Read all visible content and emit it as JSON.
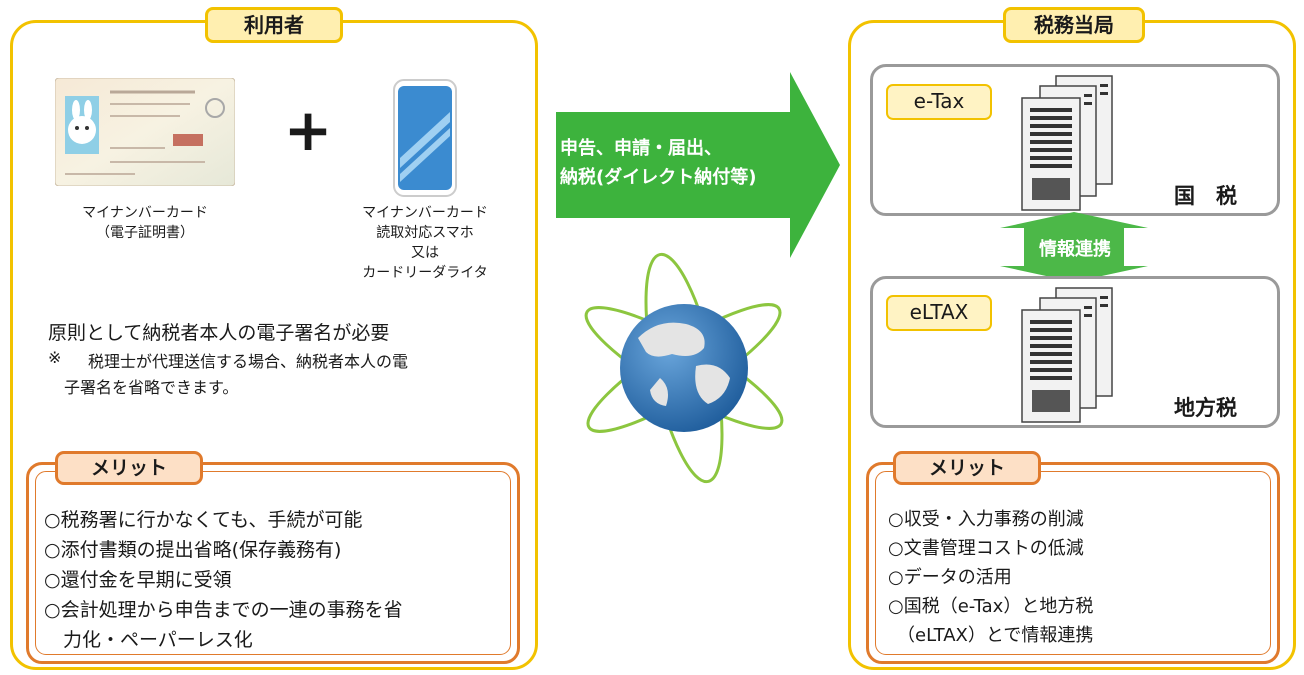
{
  "user_panel": {
    "title": "利用者",
    "card_caption": [
      "マイナンバーカード",
      "（電子証明書）"
    ],
    "plus": "+",
    "phone_caption": [
      "マイナンバーカード",
      "読取対応スマホ",
      "又は",
      "カードリーダライタ"
    ],
    "principle": "原則として納税者本人の電子署名が必要",
    "note_mark": "※",
    "note_line1": "税理士が代理送信する場合、納税者本人の電",
    "note_line2": "子署名を省略できます。",
    "merit_title": "メリット",
    "merits": [
      "○税務署に行かなくても、手続が可能",
      "○添付書類の提出省略(保存義務有)",
      "○還付金を早期に受領",
      "○会計処理から申告までの一連の事務を省",
      "　力化・ペーパーレス化"
    ]
  },
  "arrow": {
    "line1": "申告、申請・届出、",
    "line2": "納税(ダイレクト納付等)"
  },
  "authority_panel": {
    "title": "税務当局",
    "etax_label": "e-Tax",
    "national_tax": "国　税",
    "link_label": "情報連携",
    "eltax_label": "eLTAX",
    "local_tax": "地方税",
    "merit_title": "メリット",
    "merits": [
      "○収受・入力事務の削減",
      "○文書管理コストの低減",
      "○データの活用",
      "○国税（e-Tax）と地方税",
      "　（eLTAX）とで情報連携"
    ]
  },
  "colors": {
    "panel_border": "#f2c200",
    "merit_border": "#e07a2c",
    "arrow_green": "#3db33d",
    "link_green": "#4cb848",
    "server_border": "#9a9a9a"
  }
}
